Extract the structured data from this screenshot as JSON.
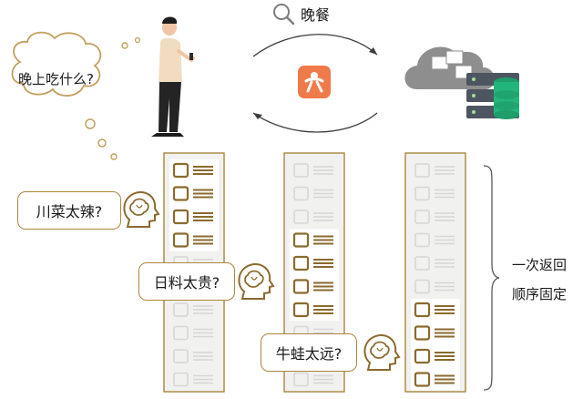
{
  "search": {
    "query": "晚餐",
    "icon": "search-icon"
  },
  "user_thought": {
    "text": "晚上吃什么?"
  },
  "app_icon": {
    "name": "dianping-app-icon",
    "color": "#ef7a4a"
  },
  "server": {
    "name": "cloud-database-server-icon"
  },
  "queries": [
    {
      "text": "川菜太辣?"
    },
    {
      "text": "日料太贵?"
    },
    {
      "text": "牛蛙太远?"
    }
  ],
  "result_note": {
    "line1": "一次返回",
    "line2": "顺序固定"
  },
  "colors": {
    "accent": "#a9863e",
    "item_active": "#8a6a2e",
    "item_dim": "#d6d6d6",
    "column_bg": "#f1f1ef"
  },
  "columns": [
    {
      "highlight_rows": [
        0,
        1,
        2,
        3
      ]
    },
    {
      "highlight_rows": [
        3,
        4,
        5,
        6
      ]
    },
    {
      "highlight_rows": [
        6,
        7,
        8,
        9
      ]
    }
  ]
}
